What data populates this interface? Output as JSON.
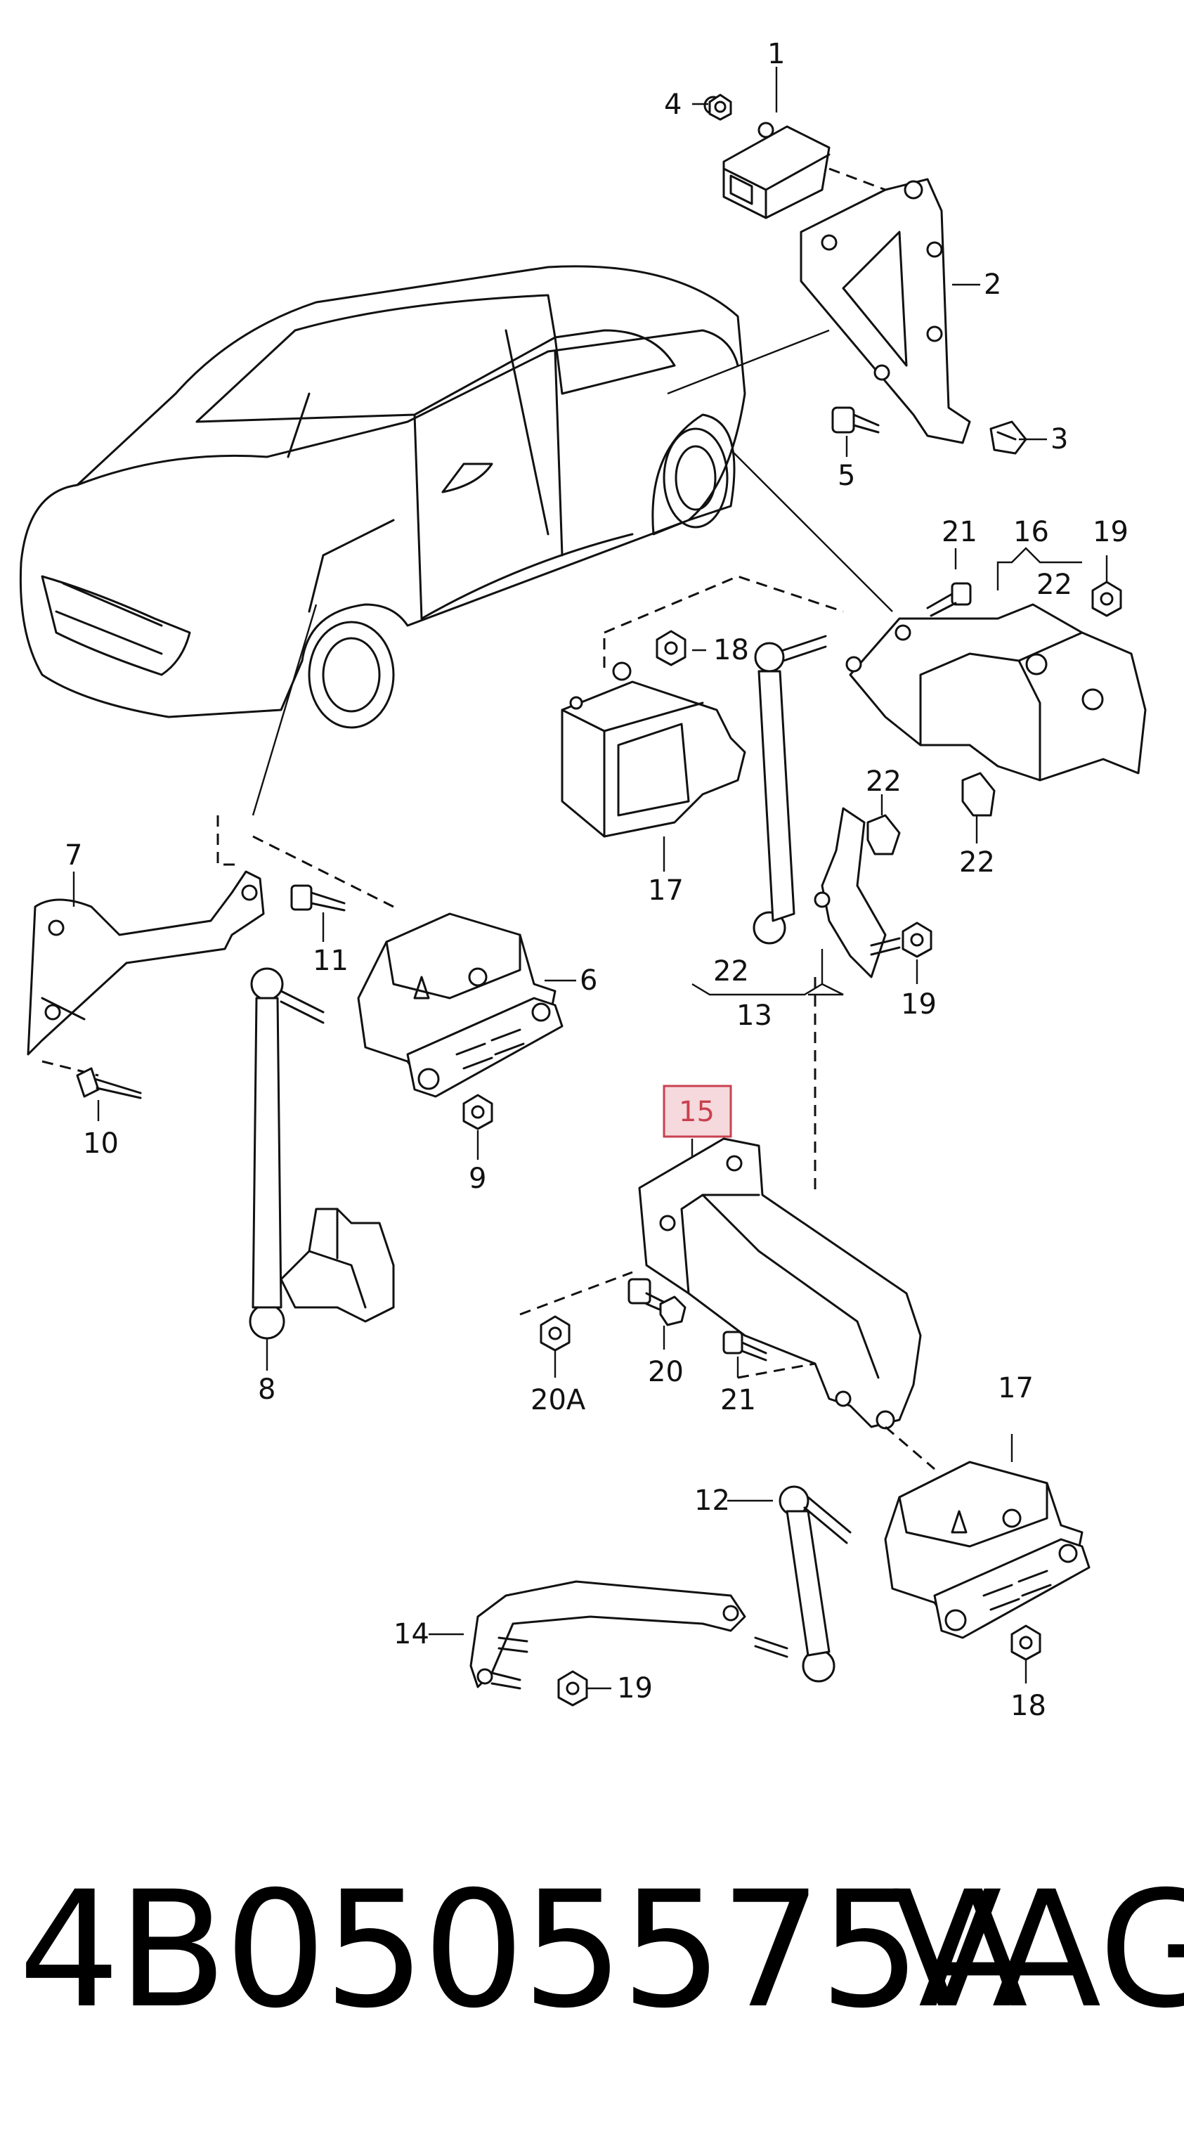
{
  "callouts": {
    "c1": "1",
    "c2": "2",
    "c3": "3",
    "c4": "4",
    "c5": "5",
    "c6": "6",
    "c7": "7",
    "c8": "8",
    "c9": "9",
    "c10": "10",
    "c11": "11",
    "c12": "12",
    "c13": "13",
    "c14": "14",
    "c15": "15",
    "c16": "16",
    "c17a": "17",
    "c17b": "17",
    "c18a": "18",
    "c18b": "18",
    "c19a": "19",
    "c19b": "19",
    "c19c": "19",
    "c20": "20",
    "c20a": "20A",
    "c21a": "21",
    "c21b": "21",
    "c22a": "22",
    "c22b": "22",
    "c22c": "22",
    "c22d": "22"
  },
  "highlight_color": "#c9414f",
  "footer": {
    "part_number": "4B0505575A",
    "brand": "VAG"
  }
}
